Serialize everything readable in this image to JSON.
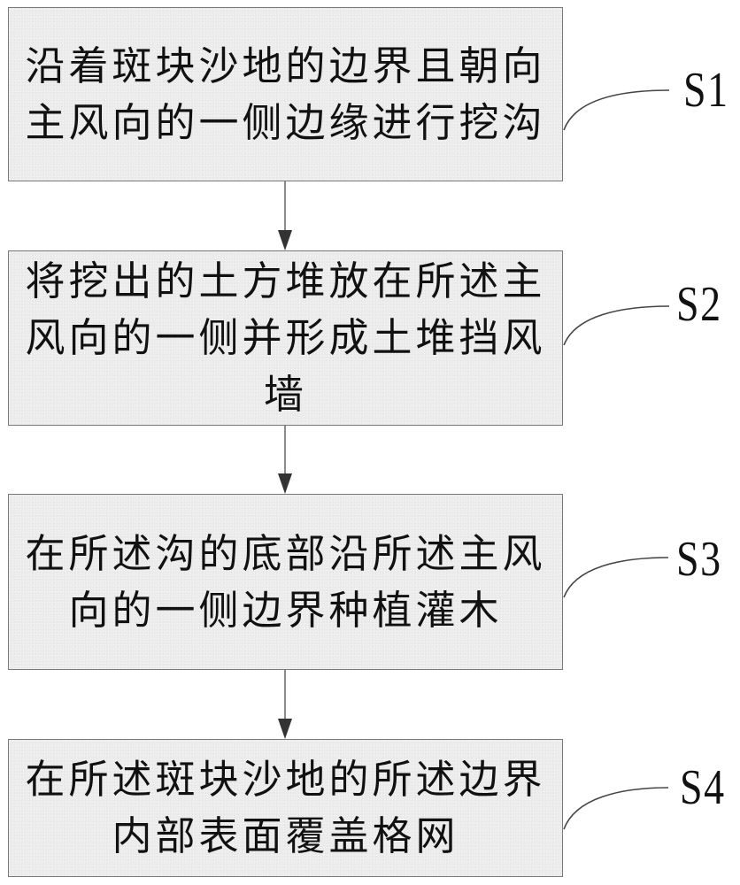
{
  "diagram": {
    "type": "flowchart",
    "direction": "top-to-bottom",
    "colors": {
      "box_fill": "#ececec",
      "box_border": "#7a7a7a",
      "connector": "#666666",
      "arrowhead": "#333333",
      "text": "#111111"
    },
    "steps": [
      {
        "id": "S1",
        "label": "S1",
        "lines": [
          "沿着斑块沙地的边界且朝向",
          "主风向的一侧边缘进行挖沟"
        ]
      },
      {
        "id": "S2",
        "label": "S2",
        "lines": [
          "将挖出的土方堆放在所述主",
          "风向的一侧并形成土堆挡风",
          "墙"
        ]
      },
      {
        "id": "S3",
        "label": "S3",
        "lines": [
          "在所述沟的底部沿所述主风",
          "向的一侧边界种植灌木"
        ]
      },
      {
        "id": "S4",
        "label": "S4",
        "lines": [
          "在所述斑块沙地的所述边界",
          "内部表面覆盖格网"
        ]
      }
    ],
    "edges": [
      {
        "from": "S1",
        "to": "S2"
      },
      {
        "from": "S2",
        "to": "S3"
      },
      {
        "from": "S3",
        "to": "S4"
      }
    ]
  }
}
